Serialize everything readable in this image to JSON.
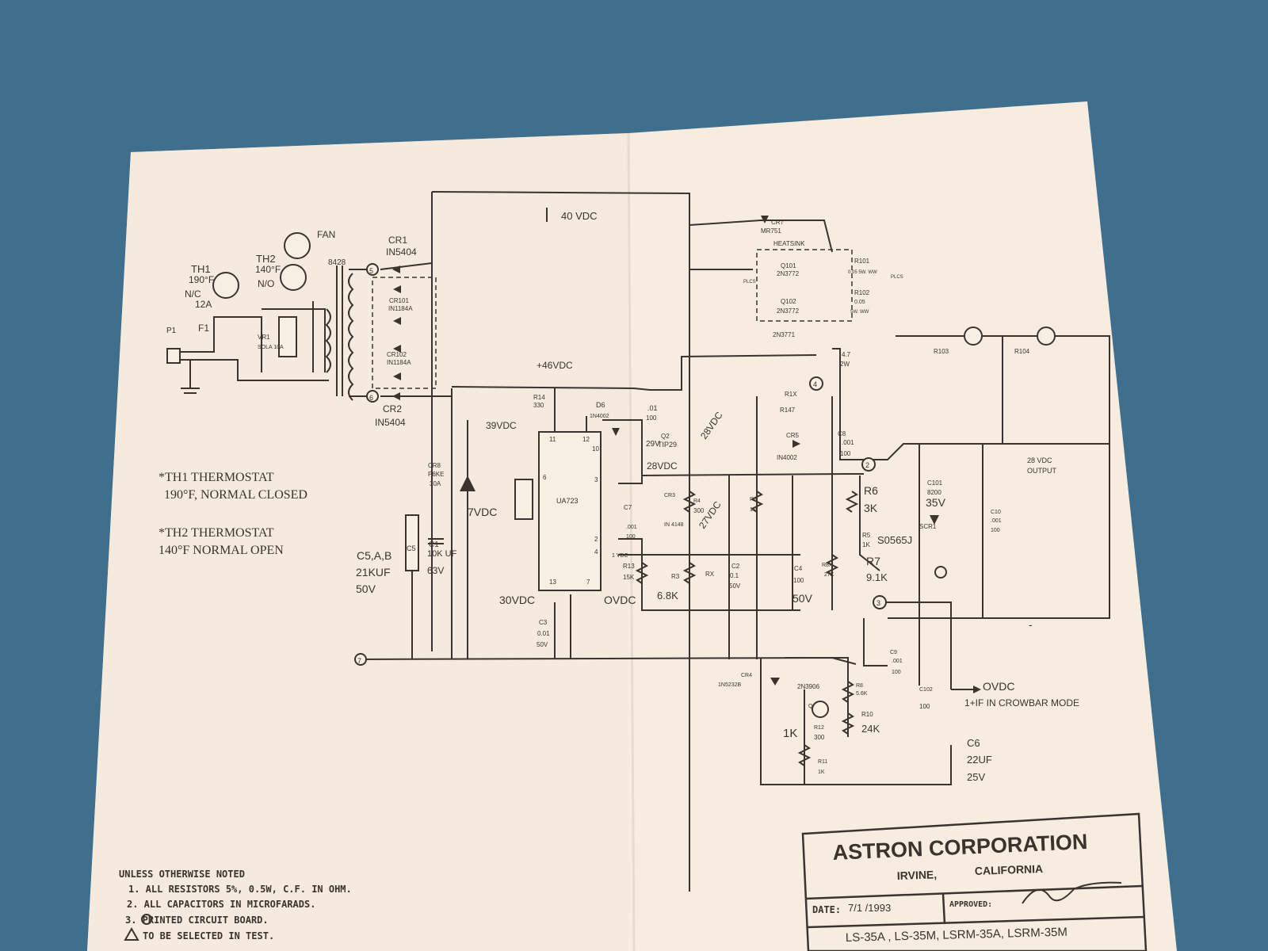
{
  "colors": {
    "background": "#3f6f8c",
    "paper": "#f6ede0",
    "ink": "#3a342c"
  },
  "top_rail": "40 VDC",
  "left_section": {
    "th1": "TH1",
    "th1_temp": "190°F",
    "th1_nc": "N/C",
    "th2": "TH2",
    "th2_temp": "140°F",
    "th2_no": "N/O",
    "fan": "FAN",
    "fuse_rating": "12A",
    "fuse": "F1",
    "plug": "P1",
    "transformer": "8428",
    "vr1": "VR1",
    "vr1_detail": "SOLA 10A",
    "cr1": "CR1",
    "cr1_part": "IN5404",
    "cr2": "CR2",
    "cr2_part": "IN5404",
    "cr101": "CR101",
    "cr101_part": "IN1184A",
    "cr102": "CR102",
    "cr102_part": "IN1184A",
    "node_5": "5",
    "node_6": "6",
    "node_7": "7",
    "cap_bank": "C5,A,B",
    "cap_bank_value": "21KUF",
    "cap_bank_voltage": "50V",
    "c5": "C5",
    "c1": "C1",
    "c1_value": "10K UF",
    "c1_voltage": "63V",
    "cr8": "CR8",
    "cr8_part": "P6KE",
    "cr8_detail": "30A",
    "zener_7v": "7VDC"
  },
  "notes_thermostat": {
    "th1_line1": "*TH1 THERMOSTAT",
    "th1_line2": "190°F, NORMAL CLOSED",
    "th2_line1": "*TH2 THERMOSTAT",
    "th2_line2": "140°F NORMAL OPEN"
  },
  "regulator": {
    "v46": "+46VDC",
    "v39": "39VDC",
    "v30": "30VDC",
    "ovdc": "OVDC",
    "ic": "UA723",
    "pin_11": "11",
    "pin_12": "12",
    "pin_10": "10",
    "pin_6": "6",
    "pin_3": "3",
    "pin_2": "2",
    "pin_4": "4",
    "pin_13": "13",
    "pin_7": "7",
    "r14": "R14",
    "r14_value": "330",
    "d6": "D6",
    "d6_part": "1N4002",
    "c_01": ".01",
    "c_01_value": "100",
    "tip29": "TIP29",
    "q2": "Q2",
    "v29": "29V",
    "v28a": "28VDC",
    "v28b": "28VDC",
    "v27": "27VDC",
    "c7": "C7",
    "c7_value": ".001",
    "c7_value2": "100",
    "cr3": "CR3",
    "cr3_part": "IN 4148",
    "r4": "R4",
    "r4_value": "300",
    "r2": "R2",
    "r2_value": "10",
    "r13": "R13",
    "r13_value": "15K",
    "r3": "R3",
    "r3_value": "6.8K",
    "rx": "RX",
    "c2": "C2",
    "c2_value": "0.1",
    "c2_voltage": "50V",
    "c3": "C3",
    "c3_value": "0.01",
    "c3_voltage": "50V",
    "v1": "1 VDC"
  },
  "output_section": {
    "heatsink": "HEATSINK",
    "cr7": "CR7",
    "cr7_part": "MR751",
    "q101": "Q101",
    "q101_part": "2N3772",
    "q102": "Q102",
    "q102_part": "2N3772",
    "r101": "R101",
    "r101_value": "0.05 5W. WW",
    "r102": "R102",
    "r102_value": "0.05",
    "r102_detail": "5W. WW",
    "plcs": "PLCS",
    "q_2n3771": "2N3771",
    "r_47": "4.7",
    "r_47_power": "2W",
    "r103": "R103",
    "r104": "R104",
    "r1x": "R1X",
    "r147": "R147",
    "cr5": "CR5",
    "cr5_part": "IN4002",
    "c8": "C8",
    "c8_value": ".001",
    "c8_value2": "100",
    "node_4": "4",
    "node_2": "2",
    "node_3": "3",
    "r6": "R6",
    "r6_value": "3K",
    "r5": "R5",
    "r5_value": "1K",
    "r7": "R7",
    "r7_value": "9.1K",
    "r8x": "R8X",
    "r8x_value": "27K",
    "c4": "C4",
    "c4_value": "100",
    "c4_voltage": "50V",
    "c101": "C101",
    "c101_value": "8200",
    "c101_voltage": "35V",
    "c10": "C10",
    "c10_value": ".001",
    "c10_value2": "100",
    "scr1": "SCR1",
    "scr1_part": "S0565J",
    "output_label": "28 VDC",
    "output_label2": "OUTPUT",
    "c9": "C9",
    "c9_value": ".001",
    "c9_value2": "100",
    "c102": "C102",
    "c102_value": "100",
    "crowbar_ovdc": "OVDC",
    "crowbar_note": "1+IF IN CROWBAR MODE",
    "cr4": "CR4",
    "cr4_part": "1N5232B",
    "q_2n3906": "2N3906",
    "q1": "Q1",
    "r8": "R8",
    "r8_value": "5.6K",
    "r10": "R10",
    "r10_value": "24K",
    "r_1k": "1K",
    "r12": "R12",
    "r12_value": "300",
    "r11": "R11",
    "r11_value": "1K",
    "c6": "C6",
    "c6_value": "22UF",
    "c6_voltage": "25V",
    "minus": "-"
  },
  "general_notes": {
    "header": "UNLESS OTHERWISE NOTED",
    "items": [
      "1. ALL RESISTORS 5%, 0.5W, C.F. IN OHM.",
      "2. ALL CAPACITORS IN MICROFARADS.",
      "3. PRINTED CIRCUIT BOARD.",
      "TO BE SELECTED IN TEST."
    ]
  },
  "title_block": {
    "company": "ASTRON CORPORATION",
    "city": "IRVINE,",
    "state": "CALIFORNIA",
    "date_label": "DATE:",
    "date_value": "7/1 /1993",
    "approved_label": "APPROVED:",
    "models": "LS-35A , LS-35M, LSRM-35A, LSRM-35M"
  }
}
